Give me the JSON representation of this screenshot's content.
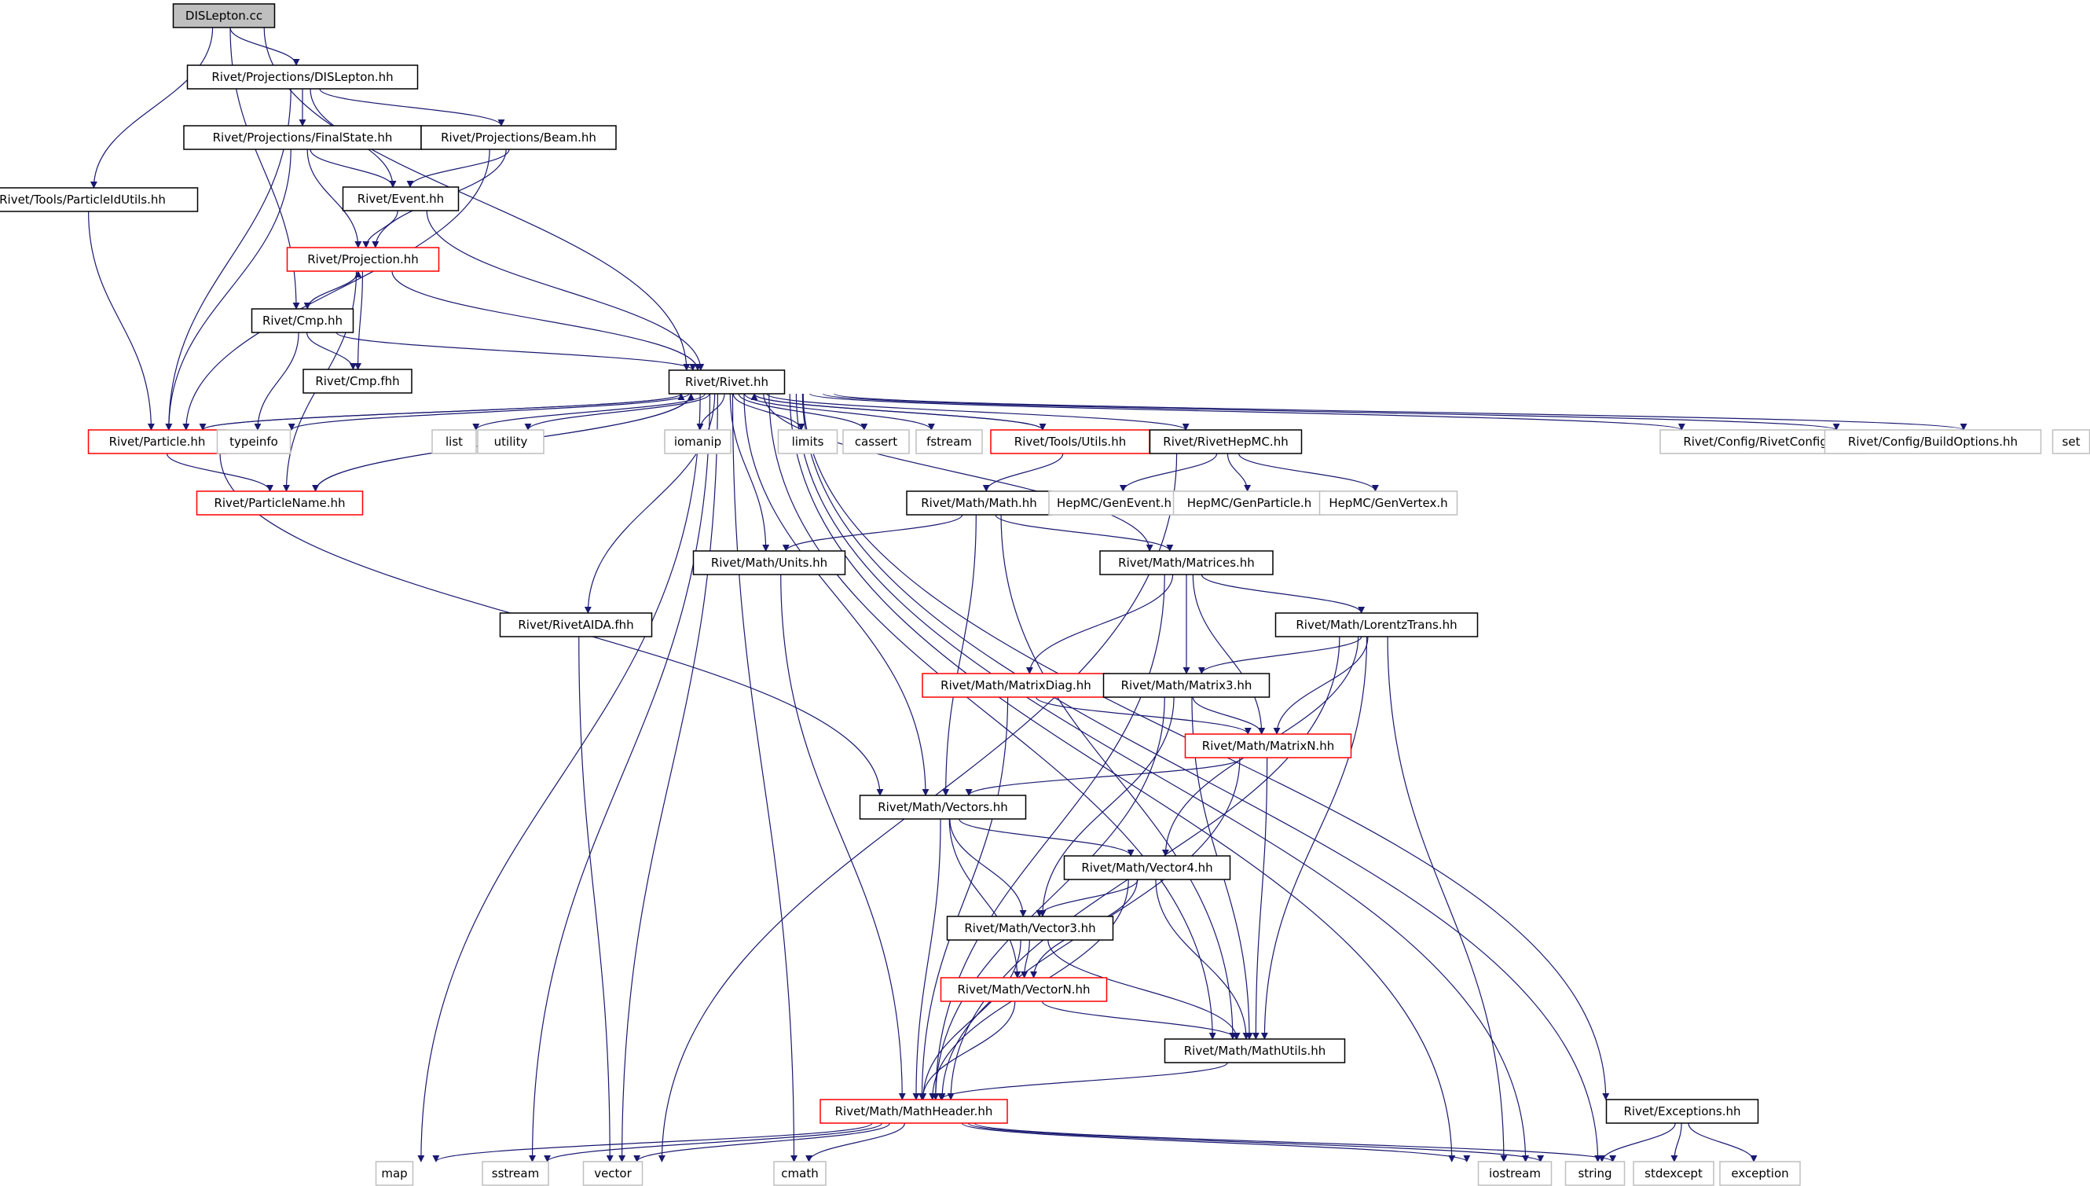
{
  "graph": {
    "root": "DISLepton.cc",
    "colors": {
      "edge": "#191970",
      "documented_border": "#000000",
      "truncated_border": "#ff0000",
      "external_border": "#bfbfbf",
      "root_fill": "#bfbfbf",
      "background": "#ffffff"
    },
    "nodes": [
      {
        "id": "dislepton_cc",
        "label": "DISLepton.cc",
        "kind": "root"
      },
      {
        "id": "proj_dislepton",
        "label": "Rivet/Projections/DISLepton.hh",
        "kind": "documented"
      },
      {
        "id": "particleidutils",
        "label": "Rivet/Tools/ParticleIdUtils.hh",
        "kind": "documented"
      },
      {
        "id": "finalstate",
        "label": "Rivet/Projections/FinalState.hh",
        "kind": "documented"
      },
      {
        "id": "beam",
        "label": "Rivet/Projections/Beam.hh",
        "kind": "documented"
      },
      {
        "id": "event",
        "label": "Rivet/Event.hh",
        "kind": "documented"
      },
      {
        "id": "projection",
        "label": "Rivet/Projection.hh",
        "kind": "truncated"
      },
      {
        "id": "cmp",
        "label": "Rivet/Cmp.hh",
        "kind": "documented"
      },
      {
        "id": "cmpfhh",
        "label": "Rivet/Cmp.fhh",
        "kind": "documented"
      },
      {
        "id": "rivet",
        "label": "Rivet/Rivet.hh",
        "kind": "documented"
      },
      {
        "id": "particle",
        "label": "Rivet/Particle.hh",
        "kind": "truncated"
      },
      {
        "id": "typeinfo",
        "label": "typeinfo",
        "kind": "external"
      },
      {
        "id": "list",
        "label": "list",
        "kind": "external"
      },
      {
        "id": "utility",
        "label": "utility",
        "kind": "external"
      },
      {
        "id": "iomanip",
        "label": "iomanip",
        "kind": "external"
      },
      {
        "id": "limits",
        "label": "limits",
        "kind": "external"
      },
      {
        "id": "cassert",
        "label": "cassert",
        "kind": "external"
      },
      {
        "id": "fstream",
        "label": "fstream",
        "kind": "external"
      },
      {
        "id": "toolsutils",
        "label": "Rivet/Tools/Utils.hh",
        "kind": "truncated"
      },
      {
        "id": "rivethepmc",
        "label": "Rivet/RivetHepMC.hh",
        "kind": "documented"
      },
      {
        "id": "rivetconfig",
        "label": "Rivet/Config/RivetConfig.hh",
        "kind": "external"
      },
      {
        "id": "buildoptions",
        "label": "Rivet/Config/BuildOptions.hh",
        "kind": "external"
      },
      {
        "id": "set",
        "label": "set",
        "kind": "external"
      },
      {
        "id": "particlename",
        "label": "Rivet/ParticleName.hh",
        "kind": "truncated"
      },
      {
        "id": "mathmath",
        "label": "Rivet/Math/Math.hh",
        "kind": "documented"
      },
      {
        "id": "genevent",
        "label": "HepMC/GenEvent.h",
        "kind": "external"
      },
      {
        "id": "genparticle",
        "label": "HepMC/GenParticle.h",
        "kind": "external"
      },
      {
        "id": "genvertex",
        "label": "HepMC/GenVertex.h",
        "kind": "external"
      },
      {
        "id": "units",
        "label": "Rivet/Math/Units.hh",
        "kind": "documented"
      },
      {
        "id": "matrices",
        "label": "Rivet/Math/Matrices.hh",
        "kind": "documented"
      },
      {
        "id": "rivetaida",
        "label": "Rivet/RivetAIDA.fhh",
        "kind": "documented"
      },
      {
        "id": "lorentz",
        "label": "Rivet/Math/LorentzTrans.hh",
        "kind": "documented"
      },
      {
        "id": "matrixdiag",
        "label": "Rivet/Math/MatrixDiag.hh",
        "kind": "truncated"
      },
      {
        "id": "matrix3",
        "label": "Rivet/Math/Matrix3.hh",
        "kind": "documented"
      },
      {
        "id": "matrixn",
        "label": "Rivet/Math/MatrixN.hh",
        "kind": "truncated"
      },
      {
        "id": "vectors",
        "label": "Rivet/Math/Vectors.hh",
        "kind": "documented"
      },
      {
        "id": "vector4",
        "label": "Rivet/Math/Vector4.hh",
        "kind": "documented"
      },
      {
        "id": "vector3",
        "label": "Rivet/Math/Vector3.hh",
        "kind": "documented"
      },
      {
        "id": "vectorn",
        "label": "Rivet/Math/VectorN.hh",
        "kind": "truncated"
      },
      {
        "id": "mathutils",
        "label": "Rivet/Math/MathUtils.hh",
        "kind": "documented"
      },
      {
        "id": "exceptions",
        "label": "Rivet/Exceptions.hh",
        "kind": "documented"
      },
      {
        "id": "mathheader",
        "label": "Rivet/Math/MathHeader.hh",
        "kind": "truncated"
      },
      {
        "id": "map",
        "label": "map",
        "kind": "external"
      },
      {
        "id": "sstream",
        "label": "sstream",
        "kind": "external"
      },
      {
        "id": "vector",
        "label": "vector",
        "kind": "external"
      },
      {
        "id": "cmath",
        "label": "cmath",
        "kind": "external"
      },
      {
        "id": "iostream",
        "label": "iostream",
        "kind": "external"
      },
      {
        "id": "string",
        "label": "string",
        "kind": "external"
      },
      {
        "id": "stdexcept",
        "label": "stdexcept",
        "kind": "external"
      },
      {
        "id": "exception",
        "label": "exception",
        "kind": "external"
      }
    ],
    "edges": [
      [
        "dislepton_cc",
        "particleidutils"
      ],
      [
        "dislepton_cc",
        "proj_dislepton"
      ],
      [
        "dislepton_cc",
        "cmp"
      ],
      [
        "dislepton_cc",
        "rivet"
      ],
      [
        "proj_dislepton",
        "finalstate"
      ],
      [
        "proj_dislepton",
        "beam"
      ],
      [
        "proj_dislepton",
        "event"
      ],
      [
        "proj_dislepton",
        "particle"
      ],
      [
        "particleidutils",
        "particle"
      ],
      [
        "finalstate",
        "event"
      ],
      [
        "finalstate",
        "projection"
      ],
      [
        "finalstate",
        "particle"
      ],
      [
        "beam",
        "event"
      ],
      [
        "beam",
        "projection"
      ],
      [
        "beam",
        "particle"
      ],
      [
        "event",
        "projection"
      ],
      [
        "event",
        "rivet"
      ],
      [
        "projection",
        "cmp"
      ],
      [
        "projection",
        "cmpfhh"
      ],
      [
        "projection",
        "rivet"
      ],
      [
        "projection",
        "particlename"
      ],
      [
        "cmp",
        "projection"
      ],
      [
        "cmp",
        "cmpfhh"
      ],
      [
        "cmp",
        "rivet"
      ],
      [
        "cmp",
        "typeinfo"
      ],
      [
        "particle",
        "rivet"
      ],
      [
        "particle",
        "particlename"
      ],
      [
        "particle",
        "vectors"
      ],
      [
        "particlename",
        "rivet"
      ],
      [
        "rivet",
        "particle"
      ],
      [
        "rivet",
        "particlename"
      ],
      [
        "rivet",
        "typeinfo"
      ],
      [
        "rivet",
        "list"
      ],
      [
        "rivet",
        "utility"
      ],
      [
        "rivet",
        "iomanip"
      ],
      [
        "rivet",
        "limits"
      ],
      [
        "rivet",
        "cassert"
      ],
      [
        "rivet",
        "fstream"
      ],
      [
        "rivet",
        "toolsutils"
      ],
      [
        "rivet",
        "rivethepmc"
      ],
      [
        "rivet",
        "rivetconfig"
      ],
      [
        "rivet",
        "buildoptions"
      ],
      [
        "rivet",
        "set"
      ],
      [
        "rivet",
        "map"
      ],
      [
        "rivet",
        "sstream"
      ],
      [
        "rivet",
        "vector"
      ],
      [
        "rivet",
        "cmath"
      ],
      [
        "rivet",
        "rivetaida"
      ],
      [
        "rivet",
        "units"
      ],
      [
        "rivet",
        "vectors"
      ],
      [
        "rivet",
        "matrices"
      ],
      [
        "rivet",
        "mathutils"
      ],
      [
        "rivet",
        "iostream"
      ],
      [
        "rivet",
        "string"
      ],
      [
        "rivet",
        "exceptions"
      ],
      [
        "rivet",
        "stdexcept"
      ],
      [
        "toolsutils",
        "rivet"
      ],
      [
        "toolsutils",
        "mathmath"
      ],
      [
        "rivethepmc",
        "genevent"
      ],
      [
        "rivethepmc",
        "genparticle"
      ],
      [
        "rivethepmc",
        "genvertex"
      ],
      [
        "rivethepmc",
        "vector"
      ],
      [
        "mathmath",
        "units"
      ],
      [
        "mathmath",
        "matrices"
      ],
      [
        "mathmath",
        "vectors"
      ],
      [
        "mathmath",
        "mathutils"
      ],
      [
        "units",
        "mathheader"
      ],
      [
        "matrices",
        "matrixdiag"
      ],
      [
        "matrices",
        "matrix3"
      ],
      [
        "matrices",
        "matrixn"
      ],
      [
        "matrices",
        "lorentz"
      ],
      [
        "matrices",
        "mathheader"
      ],
      [
        "rivetaida",
        "vector"
      ],
      [
        "lorentz",
        "matrix3"
      ],
      [
        "lorentz",
        "matrixn"
      ],
      [
        "lorentz",
        "vector4"
      ],
      [
        "lorentz",
        "mathutils"
      ],
      [
        "lorentz",
        "mathheader"
      ],
      [
        "lorentz",
        "iostream"
      ],
      [
        "matrixdiag",
        "matrixn"
      ],
      [
        "matrixdiag",
        "mathheader"
      ],
      [
        "matrix3",
        "matrixn"
      ],
      [
        "matrix3",
        "vector3"
      ],
      [
        "matrix3",
        "mathutils"
      ],
      [
        "matrix3",
        "mathheader"
      ],
      [
        "matrixn",
        "vectors"
      ],
      [
        "matrixn",
        "mathutils"
      ],
      [
        "matrixn",
        "mathheader"
      ],
      [
        "vectors",
        "vector4"
      ],
      [
        "vectors",
        "vector3"
      ],
      [
        "vectors",
        "vectorn"
      ],
      [
        "vectors",
        "mathheader"
      ],
      [
        "vector4",
        "vector3"
      ],
      [
        "vector4",
        "vectorn"
      ],
      [
        "vector4",
        "mathutils"
      ],
      [
        "vector4",
        "mathheader"
      ],
      [
        "vector3",
        "vectorn"
      ],
      [
        "vector3",
        "mathutils"
      ],
      [
        "vector3",
        "mathheader"
      ],
      [
        "vectorn",
        "mathutils"
      ],
      [
        "vectorn",
        "mathheader"
      ],
      [
        "mathutils",
        "mathheader"
      ],
      [
        "exceptions",
        "string"
      ],
      [
        "exceptions",
        "stdexcept"
      ],
      [
        "exceptions",
        "exception"
      ],
      [
        "mathheader",
        "map"
      ],
      [
        "mathheader",
        "sstream"
      ],
      [
        "mathheader",
        "vector"
      ],
      [
        "mathheader",
        "cmath"
      ],
      [
        "mathheader",
        "iostream"
      ],
      [
        "mathheader",
        "string"
      ],
      [
        "mathheader",
        "stdexcept"
      ]
    ]
  }
}
